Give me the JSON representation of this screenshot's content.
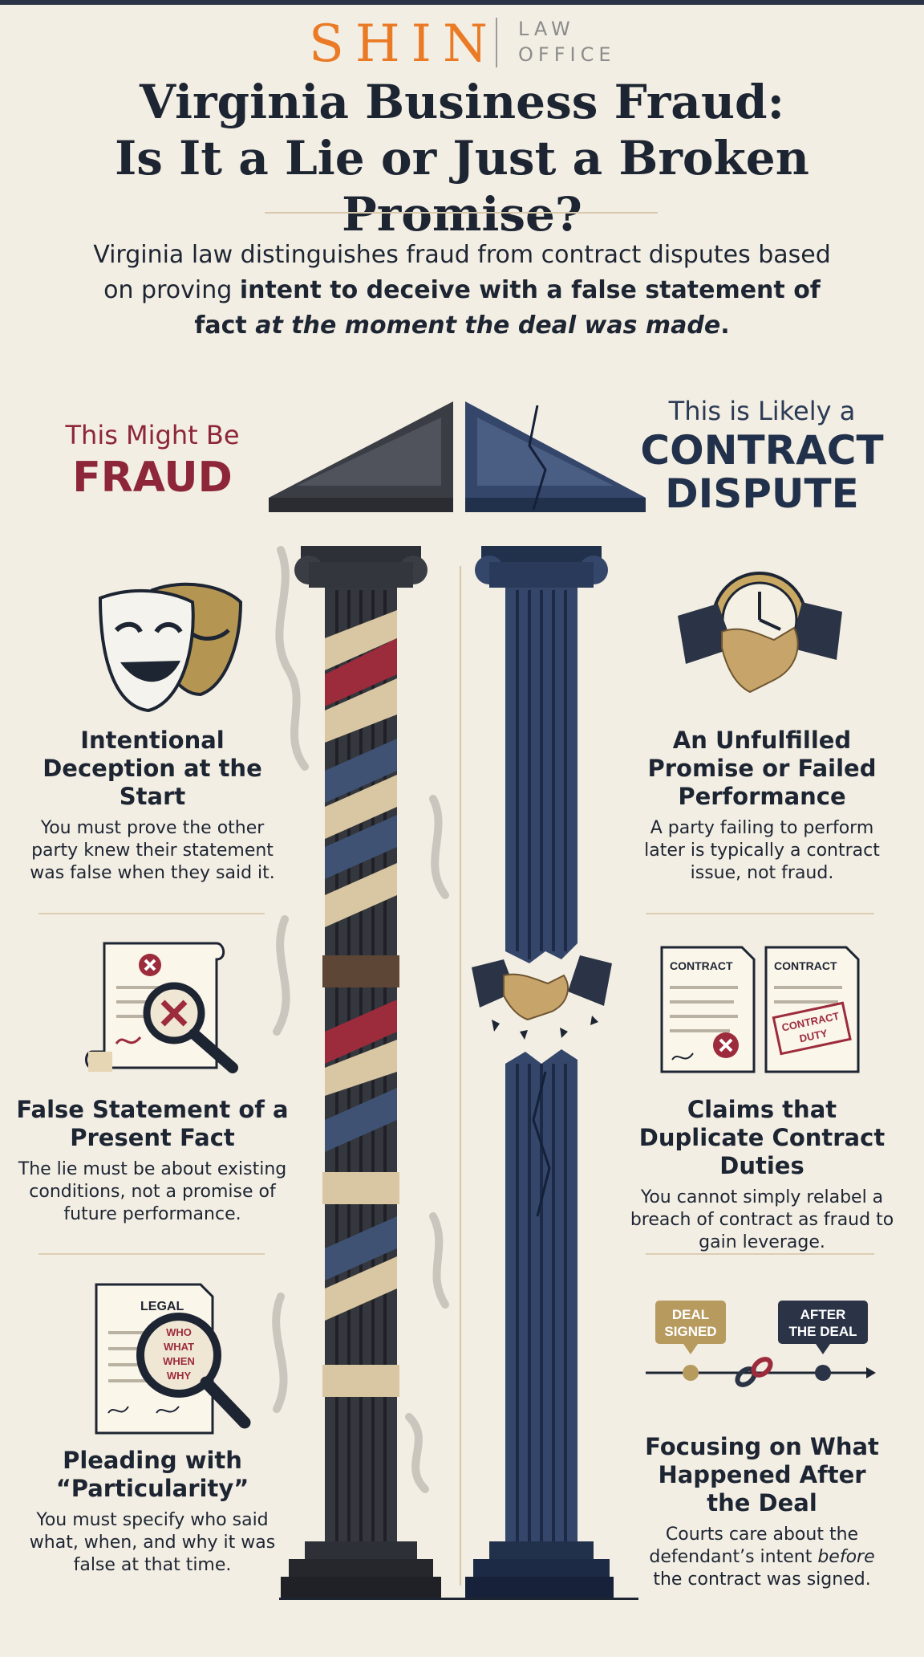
{
  "logo": {
    "main": "SHIN",
    "sub_line1": "LAW",
    "sub_line2": "OFFICE"
  },
  "title": {
    "line1": "Virginia Business Fraud:",
    "line2": "Is It a Lie or Just a Broken Promise?"
  },
  "intro": {
    "part1": "Virginia law distinguishes fraud from contract disputes based on proving ",
    "bold1": "intent to deceive with a false statement of fact ",
    "italic1": "at the moment the deal was made",
    "end": "."
  },
  "fraud_side": {
    "heading_small": "This Might Be",
    "heading_big": "FRAUD",
    "items": [
      {
        "title": "Intentional Deception at the Start",
        "desc": "You must prove the other party knew their statement was false when they said it."
      },
      {
        "title": "False Statement of a Present Fact",
        "desc": "The lie must be about existing conditions, not a promise of future performance."
      },
      {
        "title": "Pleading with “Particularity”",
        "desc": "You must specify who said what, when, and why it was false at that time."
      }
    ]
  },
  "contract_side": {
    "heading_small": "This is Likely a",
    "heading_big1": "CONTRACT",
    "heading_big2": "DISPUTE",
    "items": [
      {
        "title": "An Unfulfilled Promise or Failed Performance",
        "desc": "A party failing to perform later is typically a contract issue, not fraud."
      },
      {
        "title": "Claims that Duplicate Contract Duties",
        "desc": "You cannot simply relabel a breach of contract as fraud to gain leverage."
      },
      {
        "title": "Focusing on What Happened After the Deal",
        "desc_pre": "Courts care about the defendant’s intent ",
        "desc_italic": "before",
        "desc_post": " the contract was signed."
      }
    ]
  },
  "icons": {
    "legal_doc_label": "LEGAL",
    "magnifier_words": [
      "WHO",
      "WHAT",
      "WHEN",
      "WHY"
    ],
    "contract_label_1": "CONTRACT",
    "contract_label_2": "CONTRACT",
    "stamp_line1": "CONTRACT",
    "stamp_line2": "DUTY",
    "timeline_left_line1": "DEAL",
    "timeline_left_line2": "SIGNED",
    "timeline_right_line1": "AFTER",
    "timeline_right_line2": "THE DEAL"
  },
  "colors": {
    "fraud_red": "#8c2638",
    "contract_navy": "#22314b",
    "accent_orange": "#ea7a25",
    "gold": "#b79a5e",
    "background": "#f3eee3"
  }
}
